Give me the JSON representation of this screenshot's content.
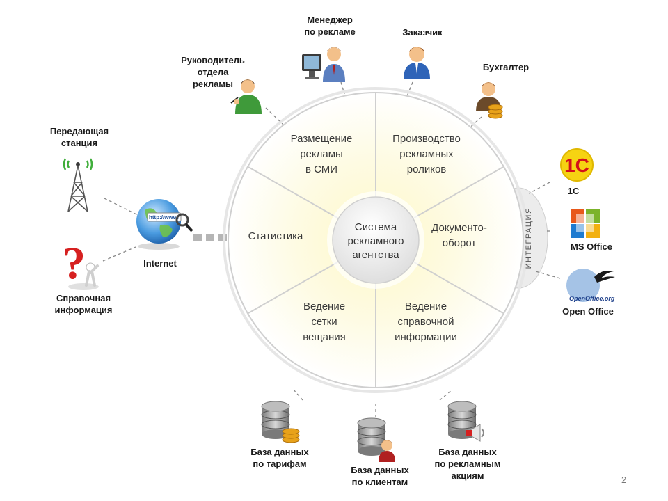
{
  "center": {
    "text": "Система\nрекламного\nагентства"
  },
  "segments": [
    {
      "id": "placement",
      "text": "Размещение\nрекламы\nв СМИ"
    },
    {
      "id": "production",
      "text": "Производство\nрекламных\nроликов"
    },
    {
      "id": "docflow",
      "text": "Документо-\nоборот"
    },
    {
      "id": "reference",
      "text": "Ведение\nсправочной\nинформации"
    },
    {
      "id": "grid",
      "text": "Ведение\nсетки\nвещания"
    },
    {
      "id": "stats",
      "text": "Статистика"
    }
  ],
  "roles": {
    "manager": "Менеджер\nпо рекламе",
    "customer": "Заказчик",
    "accountant": "Бухгалтер",
    "head": "Руководитель\nотдела\nрекламы"
  },
  "left": {
    "station": "Передающая\nстанция",
    "internet": "Internet",
    "info": "Справочная\nинформация"
  },
  "integration": {
    "label": "ИНТЕГРАЦИЯ",
    "one_c": "1С",
    "ms_office": "MS Office",
    "open_office": "Open Office",
    "one_c_logo": "1C",
    "oo_logo": "OpenOffice.org"
  },
  "databases": {
    "tariffs": "База данных\nпо тарифам",
    "clients": "База данных\nпо клиентам",
    "promos": "База данных\nпо рекламным\nакциям"
  },
  "page_number": "2"
}
